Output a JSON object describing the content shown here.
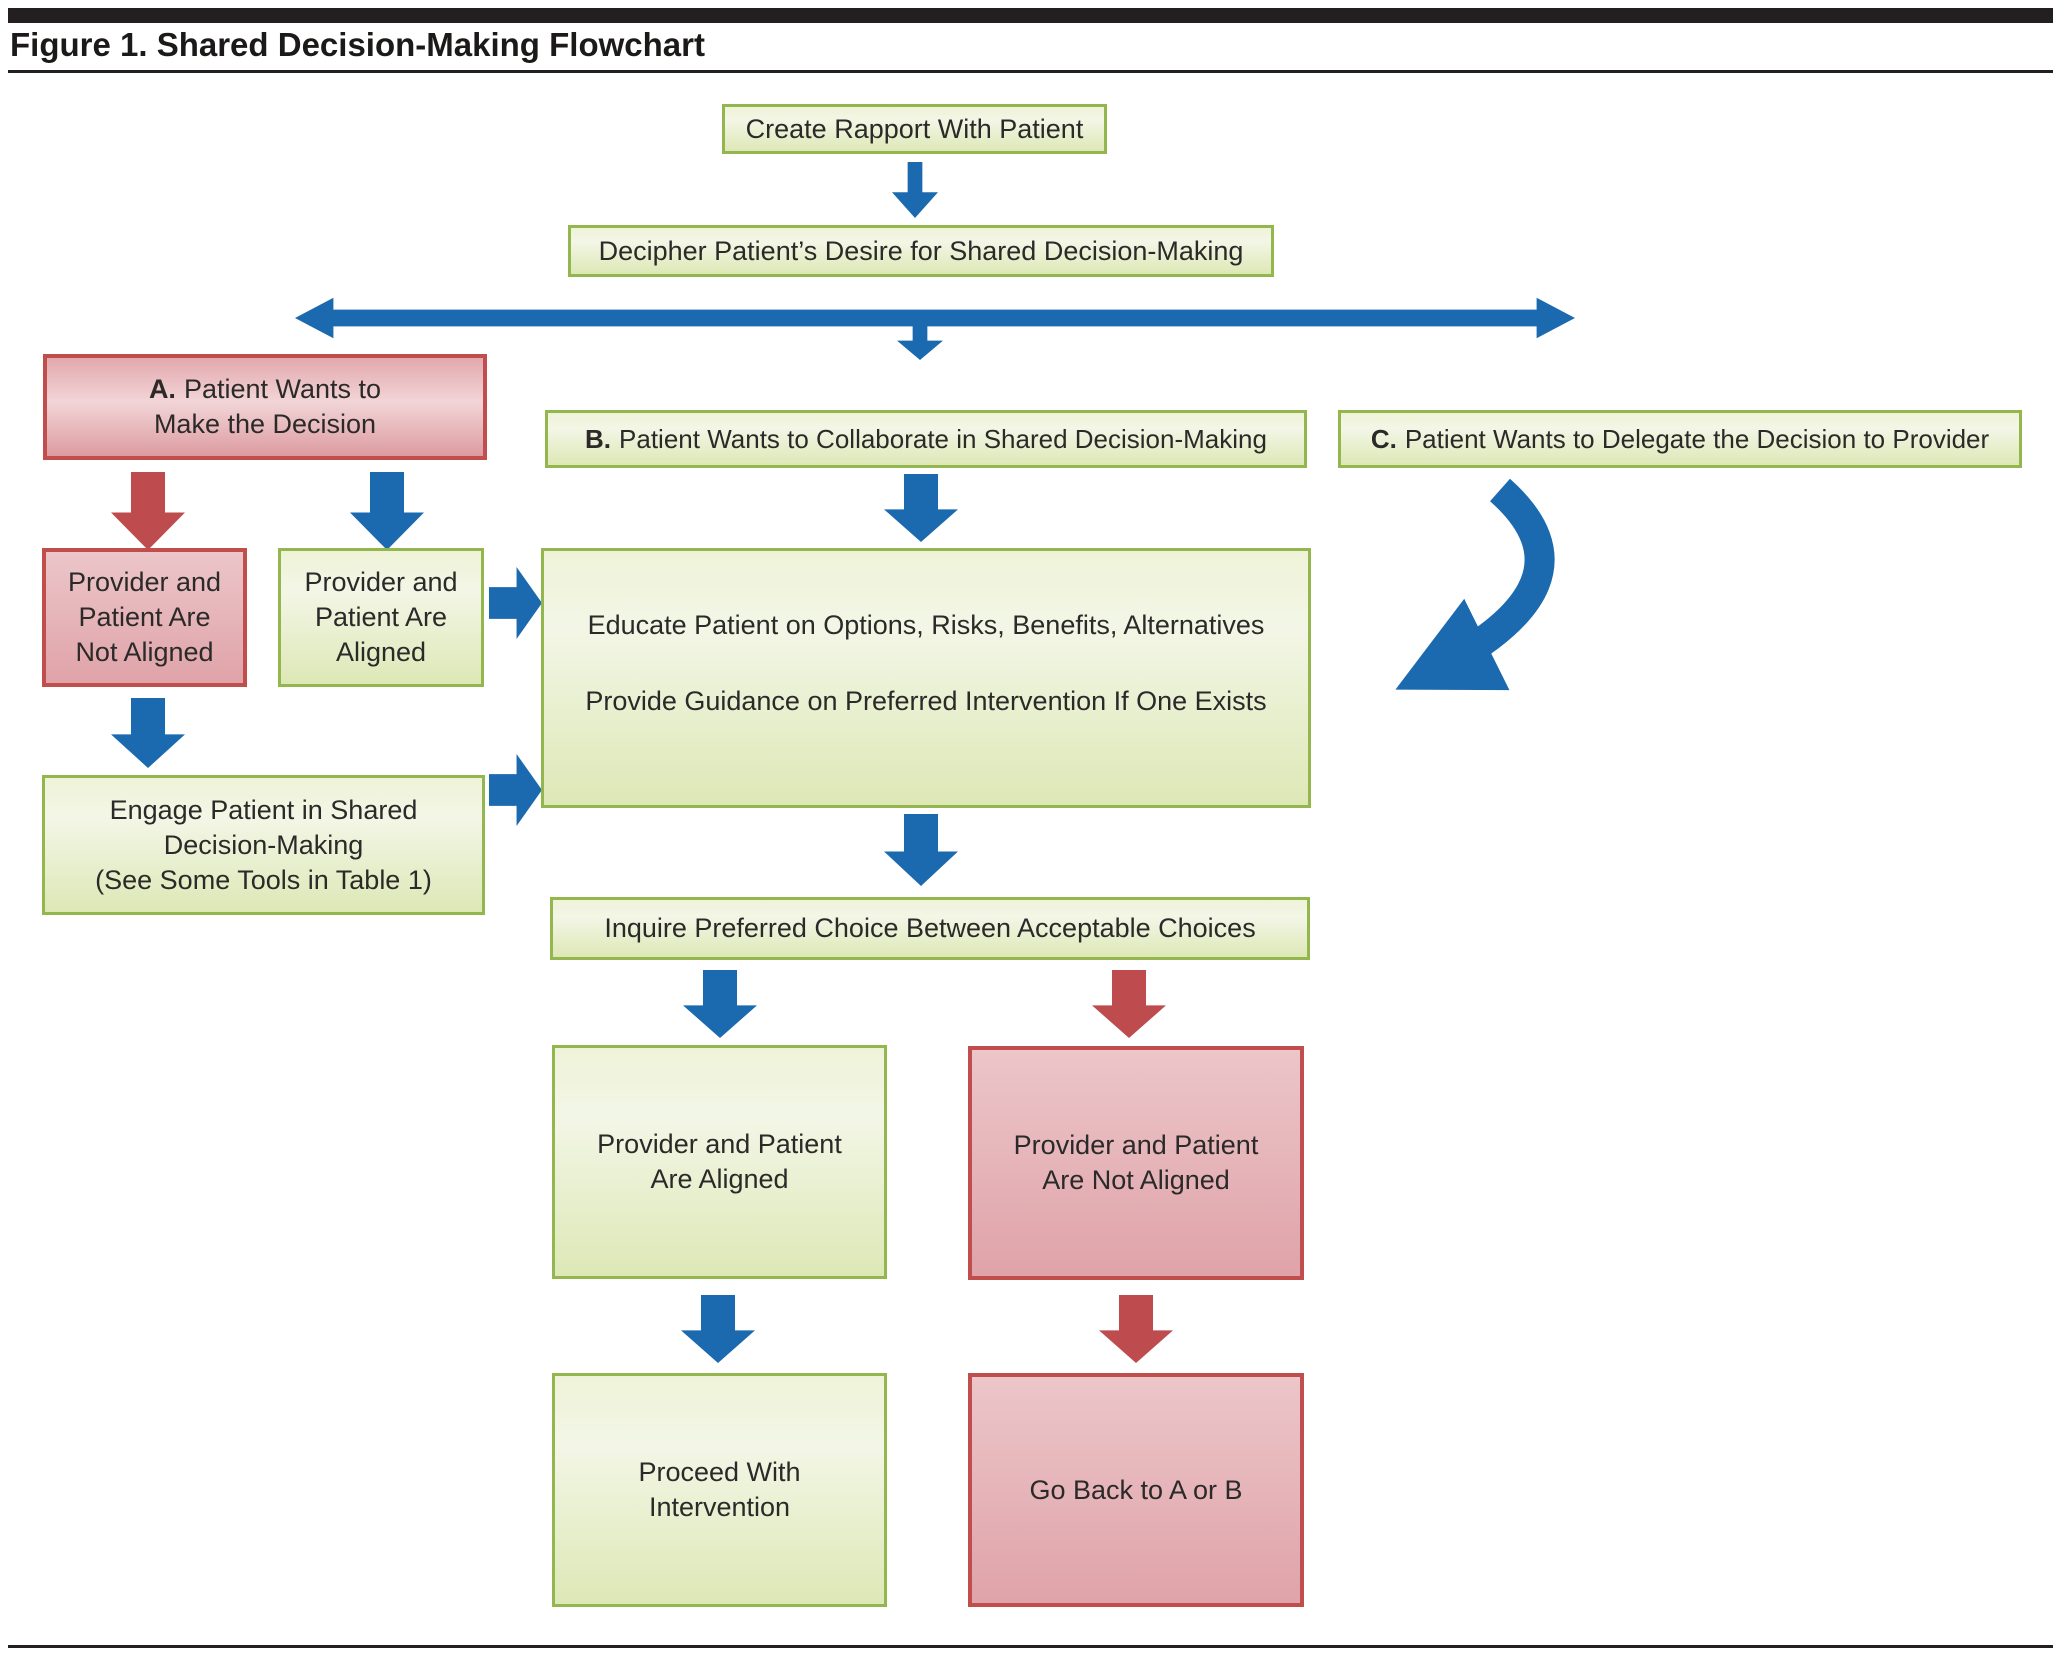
{
  "figure": {
    "title": "Figure 1. Shared Decision-Making Flowchart"
  },
  "colors": {
    "arrow_blue": "#1B69AE",
    "arrow_red": "#BE4B4D",
    "green_box_border": "#94B64F",
    "green_box_fill_top": "#F3F6E6",
    "green_box_fill_bottom": "#DDE8B6",
    "pink_box_border": "#C04E4C",
    "pink_box_fill_top": "#ECC6C9",
    "pink_box_fill_bottom": "#DFA3A9",
    "text": "#2B2A29",
    "rule": "#231F20"
  },
  "nodes": {
    "create_rapport": "Create Rapport With Patient",
    "decipher": "Decipher Patient’s Desire for Shared Decision-Making",
    "branch_a_prefix": "A.",
    "branch_a_text": "Patient Wants to\nMake the Decision",
    "branch_b_prefix": "B.",
    "branch_b_text": "Patient Wants to Collaborate in Shared Decision-Making",
    "branch_c_prefix": "C.",
    "branch_c_text": "Patient Wants to Delegate the Decision to Provider",
    "a_not_aligned": "Provider and\nPatient Are\nNot Aligned",
    "a_aligned": "Provider and\nPatient Are\nAligned",
    "engage": "Engage Patient in Shared\nDecision-Making\n(See Some Tools in Table 1)",
    "educate_line1": "Educate Patient on Options, Risks, Benefits, Alternatives",
    "educate_line2": "Provide Guidance on Preferred Intervention If One Exists",
    "inquire": "Inquire Preferred Choice Between Acceptable Choices",
    "outcome_aligned": "Provider and Patient\nAre Aligned",
    "outcome_not_aligned": "Provider and Patient\nAre Not Aligned",
    "proceed": "Proceed With\nIntervention",
    "go_back": "Go Back to A or B"
  }
}
